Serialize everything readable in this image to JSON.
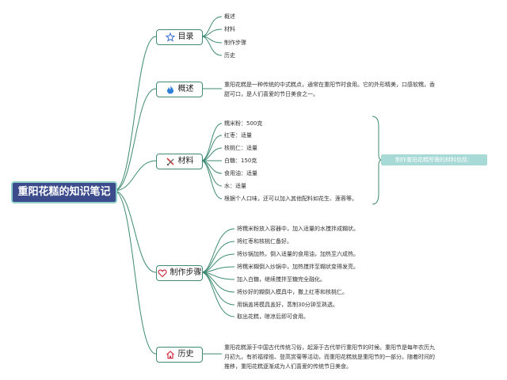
{
  "root": {
    "title": "重阳花糕的知识笔记"
  },
  "branches": {
    "toc": {
      "label": "目录",
      "icon": "star-icon",
      "items": [
        "概述",
        "材料",
        "制作步骤",
        "历史"
      ]
    },
    "overview": {
      "label": "概述",
      "icon": "flame-icon",
      "text": "重阳花糕是一种传统的中式糕点，通常在重阳节时食用。它的外形精美，口感软糯，香甜可口，是人们喜爱的节日美食之一。"
    },
    "materials": {
      "label": "材料",
      "icon": "tools-icon",
      "items": [
        "糯米粉：500克",
        "红枣：适量",
        "核桃仁：适量",
        "白糖：150克",
        "食用油：适量",
        "水：适量",
        "根据个人口味，还可以加入其他配料如花生、莲蓉等。"
      ],
      "note": "制作重阳花糕所需的材料包括："
    },
    "steps": {
      "label": "制作步骤",
      "icon": "heart-icon",
      "items": [
        "将糯米粉放入容器中，加入适量的水搅拌成糊状。",
        "将红枣和核桃仁备好。",
        "将炒锅加热，倒入适量的食用油，加热至六成热。",
        "将糯米糊倒入炒锅中，加热搅拌至糊状变得发亮。",
        "加入白糖，继续搅拌至糖完全融化。",
        "将炒好的糊倒入模具中，撒上红枣和核桃仁。",
        "用锅盖将模具盖好，蒸制30分钟至熟透。",
        "取出花糕，晾凉后即可食用。"
      ]
    },
    "history": {
      "label": "历史",
      "icon": "home-icon",
      "text": "重阳花糕源于中国古代传统习俗，起源于古代举行重阳节的时候。重阳节是每年农历九月初九，有祈福禄祖、登高赏菊等活动，而重阳花糕就是重阳节的一部分。随着时间的推移，重阳花糕逐渐成为人们喜爱的传统节日美食。"
    }
  },
  "colors": {
    "root_bg": "#3b4b8c",
    "root_border": "#8fd0c8",
    "line": "#3e8a72",
    "note_bg": "#a7d9d6"
  }
}
